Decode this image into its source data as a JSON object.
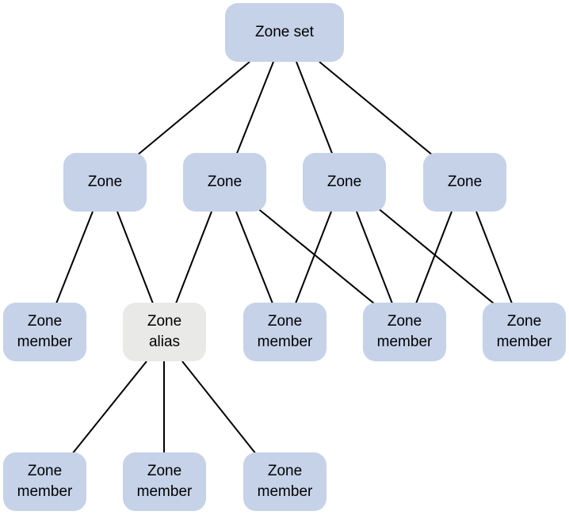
{
  "nodes": {
    "zone_set": "Zone set",
    "zone_1": "Zone",
    "zone_2": "Zone",
    "zone_3": "Zone",
    "zone_4": "Zone",
    "member_a": "Zone\nmember",
    "alias": "Zone\nalias",
    "member_b": "Zone\nmember",
    "member_c": "Zone\nmember",
    "member_d": "Zone\nmember",
    "member_e": "Zone\nmember",
    "member_f": "Zone\nmember",
    "member_g": "Zone\nmember"
  },
  "colors": {
    "node_fill": "#c5d2e8",
    "alias_fill": "#e9e9e7",
    "edge": "#000000"
  }
}
